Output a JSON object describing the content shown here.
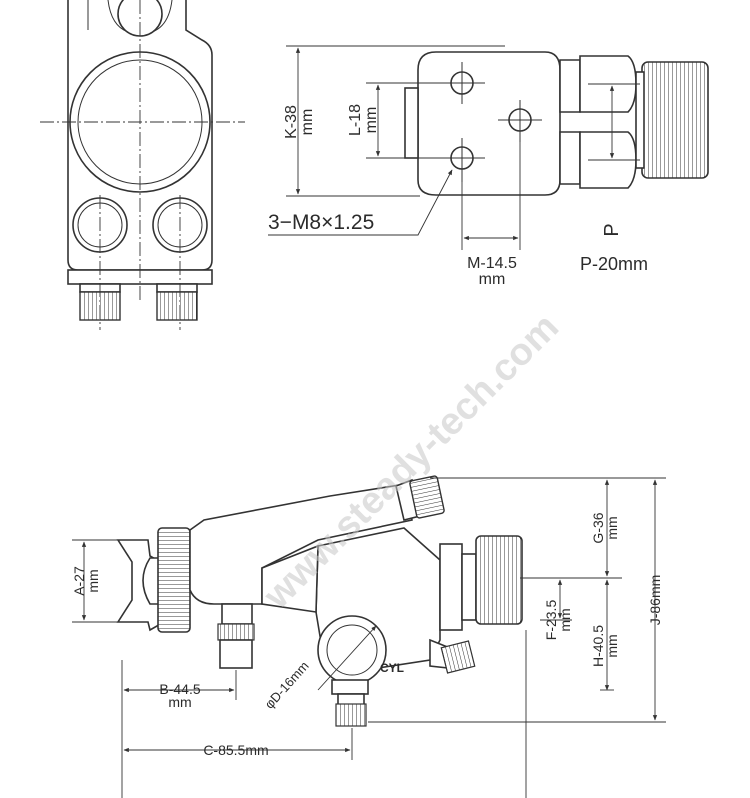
{
  "top_view": {
    "dim_k": "K-38",
    "dim_l": "L-18",
    "dim_m": "M-14.5",
    "dim_p": "P-20mm",
    "port_p": "P",
    "thread": "3−M8×1.25",
    "unit": "mm"
  },
  "side_view": {
    "dim_a": "A-27",
    "dim_b": "B-44.5",
    "dim_c": "C-85.5mm",
    "dim_d": "φD-16mm",
    "dim_f": "F-23.5",
    "dim_g": "G-36",
    "dim_h": "H-40.5",
    "dim_j": "J-86mm",
    "cyl": "CYL",
    "unit": "mm"
  },
  "watermark": "www.steady-tech.com"
}
